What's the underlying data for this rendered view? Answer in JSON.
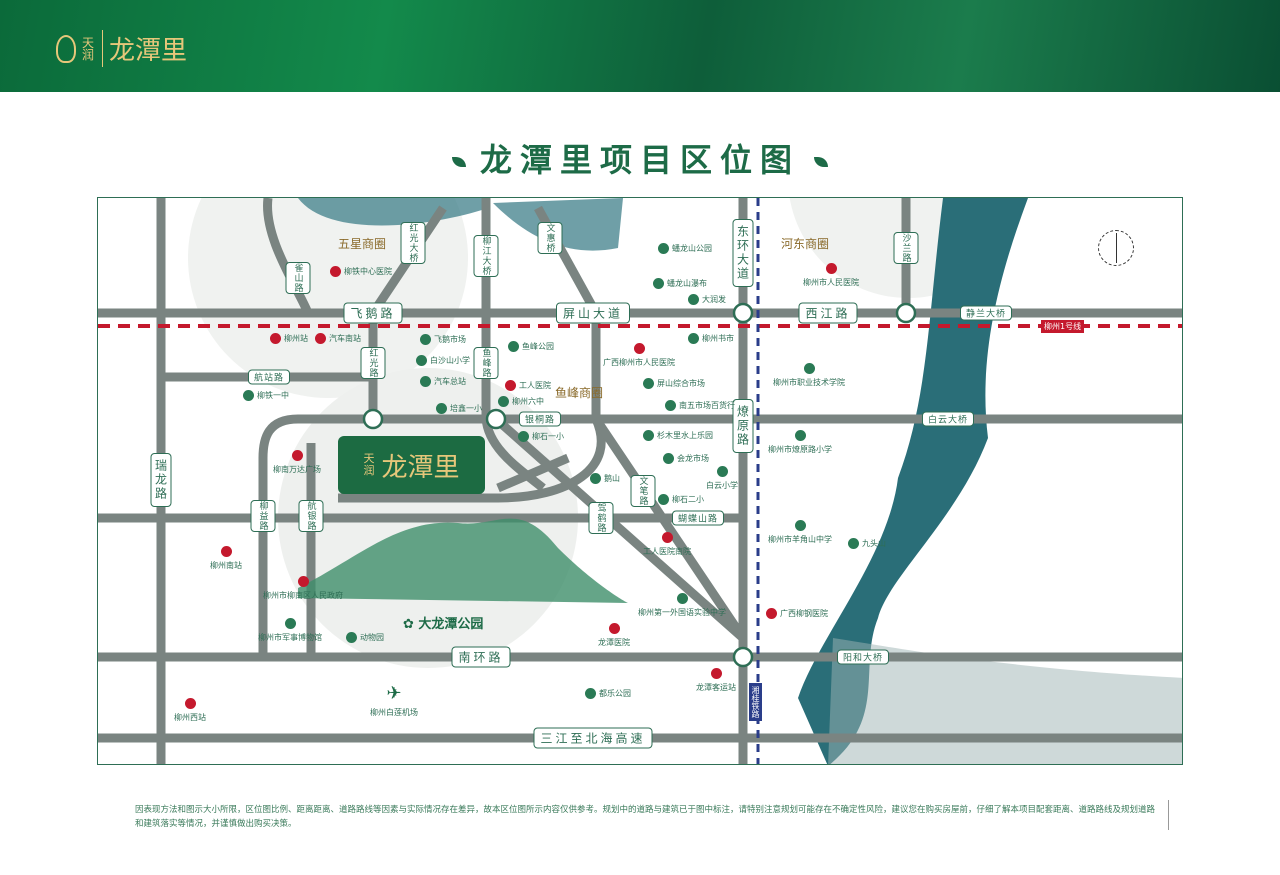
{
  "header": {
    "brand": "天润",
    "project_name": "龙潭里"
  },
  "title": "龙潭里项目区位图",
  "project_marker": {
    "brand": "天润",
    "name": "龙潭里"
  },
  "park_label": "大龙潭公园",
  "metro_label": "柳州1号线",
  "rail_label": "湘桂铁路",
  "districts": [
    "五星商圈",
    "河东商圈",
    "鱼峰商圈"
  ],
  "roads": [
    "飞鹅路",
    "屏山大道",
    "西江路",
    "静兰大桥",
    "南环路",
    "三江至北海高速",
    "阳和大桥",
    "白云大桥",
    "银桐路",
    "航站路",
    "柳益路",
    "航银路",
    "东环大道",
    "燎原路",
    "瑞龙路",
    "柳江大桥",
    "红光大桥",
    "文惠桥",
    "红光路",
    "鱼峰路",
    "沙兰路",
    "雀山路",
    "文笔路",
    "驾鹤路",
    "蝴蝶山路"
  ],
  "pois": [
    {
      "name": "柳铁中心医院",
      "type": "red"
    },
    {
      "name": "柳州站",
      "type": "red"
    },
    {
      "name": "汽车南站",
      "type": "red"
    },
    {
      "name": "飞鹅市场",
      "type": "green"
    },
    {
      "name": "白沙山小学",
      "type": "green"
    },
    {
      "name": "汽车总站",
      "type": "green"
    },
    {
      "name": "柳铁一中",
      "type": "green"
    },
    {
      "name": "柳南万达广场",
      "type": "red"
    },
    {
      "name": "培鑫一小",
      "type": "green"
    },
    {
      "name": "蟠龙山公园",
      "type": "green"
    },
    {
      "name": "蟠龙山瀑布",
      "type": "green"
    },
    {
      "name": "大润发",
      "type": "green"
    },
    {
      "name": "鱼峰公园",
      "type": "green"
    },
    {
      "name": "广西柳州市人民医院",
      "type": "red"
    },
    {
      "name": "柳州书市",
      "type": "green"
    },
    {
      "name": "工人医院",
      "type": "red"
    },
    {
      "name": "柳州六中",
      "type": "green"
    },
    {
      "name": "屏山综合市场",
      "type": "green"
    },
    {
      "name": "南五市场百货行",
      "type": "green"
    },
    {
      "name": "柳石一小",
      "type": "green"
    },
    {
      "name": "柳州市职业技术学院",
      "type": "green"
    },
    {
      "name": "柳州市人民医院",
      "type": "red"
    },
    {
      "name": "杉木里水上乐园",
      "type": "green"
    },
    {
      "name": "柳州市燎原路小学",
      "type": "green"
    },
    {
      "name": "会龙市场",
      "type": "green"
    },
    {
      "name": "柳州南站",
      "type": "red"
    },
    {
      "name": "柳州市柳南区人民政府",
      "type": "red"
    },
    {
      "name": "柳州市军事博物馆",
      "type": "green"
    },
    {
      "name": "动物园",
      "type": "green"
    },
    {
      "name": "柳州西站",
      "type": "red"
    },
    {
      "name": "柳州白莲机场",
      "type": "green"
    },
    {
      "name": "鹅山",
      "type": "green"
    },
    {
      "name": "柳石二小",
      "type": "green"
    },
    {
      "name": "白云小学",
      "type": "green"
    },
    {
      "name": "工人医院南院",
      "type": "red"
    },
    {
      "name": "柳州市羊角山中学",
      "type": "green"
    },
    {
      "name": "九头山",
      "type": "green"
    },
    {
      "name": "柳州第一外国语实验中学",
      "type": "green"
    },
    {
      "name": "龙潭医院",
      "type": "red"
    },
    {
      "name": "广西柳钢医院",
      "type": "red"
    },
    {
      "name": "都乐公园",
      "type": "green"
    },
    {
      "name": "龙潭客运站",
      "type": "red"
    }
  ],
  "disclaimer": "因表现方法和图示大小所限，区位图比例、距离距离、道路路线等因素与实际情况存在差异，故本区位图所示内容仅供参考。规划中的道路与建筑已于图中标注，请特别注意规划可能存在不确定性风险，建议您在购买房屋前，仔细了解本项目配套距离、道路路线及规划道路和建筑落实等情况，并谨慎做出购买决策。",
  "colors": {
    "brand_green": "#1c6b42",
    "road": "#7a8481",
    "metro": "#c4192d",
    "river": "#2a6e78"
  }
}
